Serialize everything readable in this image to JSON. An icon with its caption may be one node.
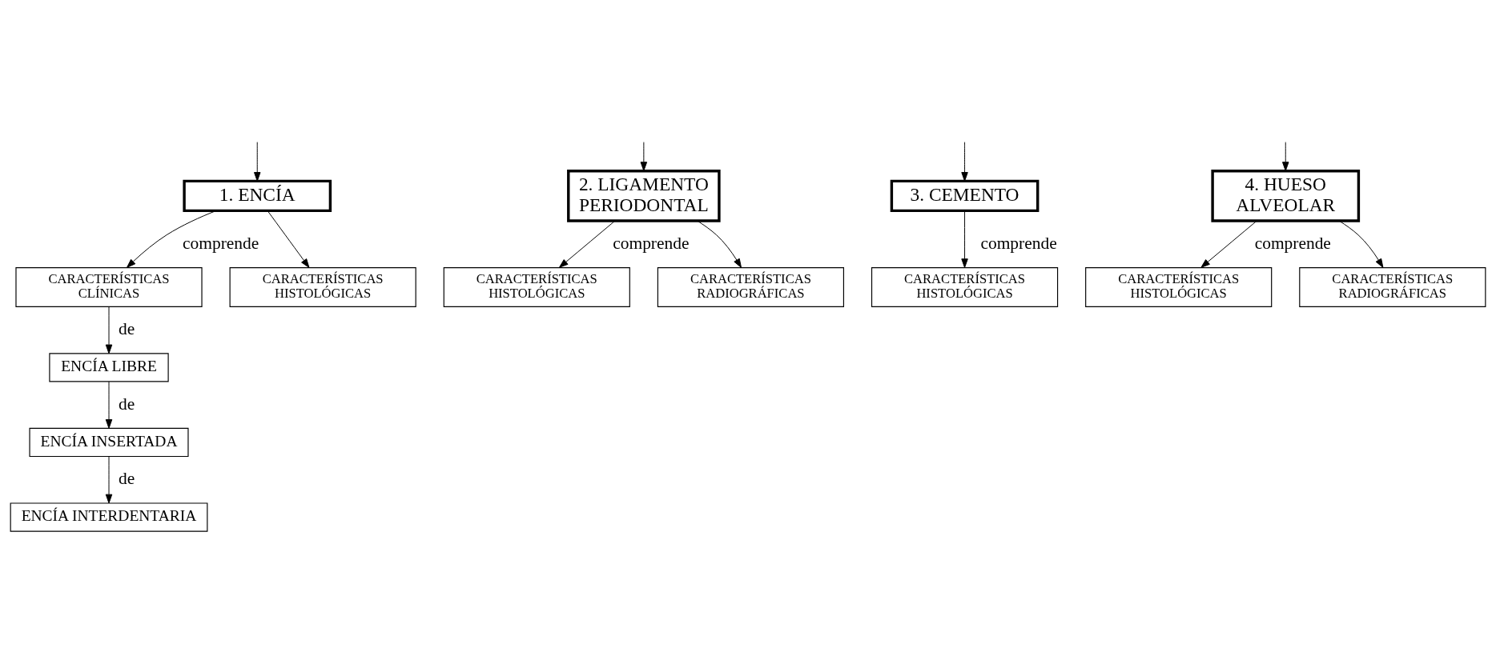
{
  "diagram": {
    "nodes": [
      {
        "text": [
          "1. ENCÍA"
        ]
      },
      {
        "text": [
          "CARACTERÍSTICAS CLÍNICAS"
        ]
      },
      {
        "text": [
          "ENCÍA LIBRE"
        ]
      },
      {
        "text": [
          "ENCÍA INSERTADA"
        ]
      },
      {
        "text": [
          "ENCÍA INTERDENTARIA"
        ]
      },
      {
        "text": [
          "CARACTERÍSTICAS HISTOLÓGICAS"
        ]
      },
      {
        "text": [
          "2. LIGAMENTO PERIODONTAL"
        ]
      },
      {
        "text": [
          "CARACTERÍSTICAS HISTOLÓGICAS"
        ]
      },
      {
        "text": [
          "CARACTERÍSTICAS RADIOGRÁFICAS"
        ]
      },
      {
        "text": [
          "3. CEMENTO"
        ]
      },
      {
        "text": [
          "CARACTERÍSTICAS HISTOLÓGICAS"
        ]
      },
      {
        "text": [
          "4. HUESO ALVEOLAR"
        ]
      },
      {
        "text": [
          "CARACTERÍSTICAS HISTOLÓGICAS"
        ]
      },
      {
        "text": [
          "CARACTERÍSTICAS RADIOGRÁFICAS"
        ]
      }
    ],
    "edges": [
      {
        "from": null,
        "to": 0,
        "arrow": "to"
      },
      {
        "from": null,
        "to": 6,
        "arrow": "to"
      },
      {
        "from": null,
        "to": 9,
        "arrow": "to"
      },
      {
        "from": null,
        "to": 11,
        "arrow": "to"
      },
      {
        "from": 0,
        "to": 1,
        "arrow": "to",
        "label": "comprende"
      },
      {
        "from": 0,
        "to": 5,
        "arrow": "to"
      },
      {
        "from": 1,
        "to": 2,
        "arrow": "to",
        "label": "de"
      },
      {
        "from": 2,
        "to": 3,
        "arrow": "to",
        "label": "de"
      },
      {
        "from": 3,
        "to": 4,
        "arrow": "to",
        "label": "de"
      },
      {
        "from": 6,
        "to": 7,
        "arrow": "to",
        "label": "comprende"
      },
      {
        "from": 6,
        "to": 8,
        "arrow": "to"
      },
      {
        "from": 9,
        "to": 10,
        "arrow": "to",
        "label": "comprende"
      },
      {
        "from": 11,
        "to": 12,
        "arrow": "to",
        "label": "comprende"
      },
      {
        "from": 11,
        "to": 13,
        "arrow": "to"
      }
    ]
  }
}
